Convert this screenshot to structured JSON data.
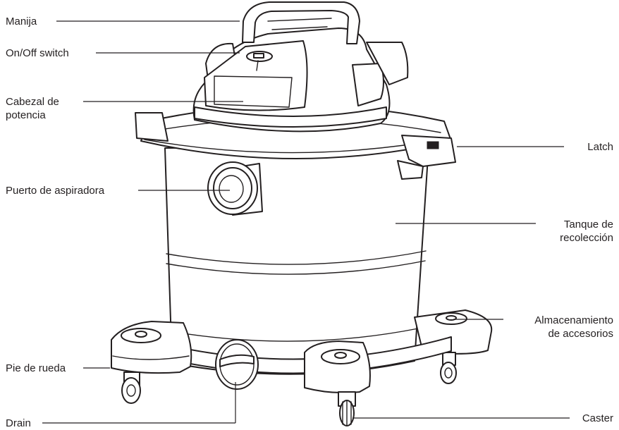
{
  "labels": {
    "handle": "Manija",
    "switch": "On/Off switch",
    "power_head_line1": "Cabezal de",
    "power_head_line2": "potencia",
    "vacuum_port": "Puerto de aspiradora",
    "foot": "Pie de rueda",
    "drain": "Drain",
    "latch": "Latch",
    "tank_line1": "Tanque de",
    "tank_line2": "recolección",
    "storage_line1": "Almacenamiento",
    "storage_line2": "de accesorios",
    "caster": "Caster"
  },
  "colors": {
    "stroke": "#231f20",
    "background": "#ffffff"
  }
}
